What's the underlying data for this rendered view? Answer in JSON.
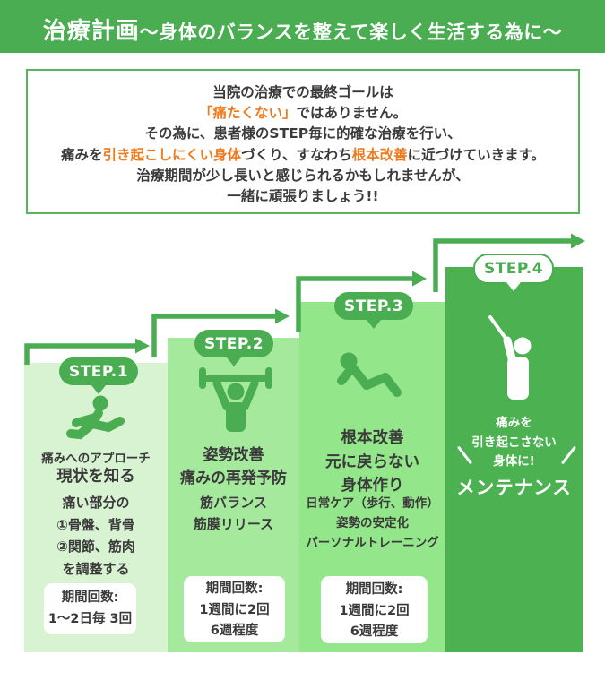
{
  "header": {
    "title_main": "治療計画",
    "title_sub": "～身体のバランスを整えて楽しく生活する為に～"
  },
  "intro": {
    "line1": "当院の治療での最終ゴールは",
    "line2_hl": "「痛たくない」",
    "line2_rest": "ではありません。",
    "line3": "その為に、患者様のSTEP毎に的確な治療を行い、",
    "line4_a": "痛みを",
    "line4_hl1": "引き起こしにくい身体",
    "line4_b": "づくり、すなわち",
    "line4_hl2": "根本改善",
    "line4_c": "に近づけていきます。",
    "line5": "治療期間が少し長いと感じられるかもしれませんが、",
    "line6": "一緒に頑張りましょう!!"
  },
  "steps": [
    {
      "badge": "STEP.1",
      "icon": "running-person",
      "title_small": "痛みへのアプローチ",
      "title_large": "現状を知る",
      "body": [
        "痛い部分の",
        "①骨盤、背骨",
        "②関節、筋肉",
        "を調整する"
      ],
      "period": [
        "期間回数:",
        "1～2日毎 3回"
      ]
    },
    {
      "badge": "STEP.2",
      "icon": "weightlifter",
      "title": [
        "姿勢改善",
        "痛みの再発予防"
      ],
      "body": [
        "筋バランス",
        "筋膜リリース"
      ],
      "period": [
        "期間回数:",
        "1週間に2回",
        "6週程度"
      ]
    },
    {
      "badge": "STEP.3",
      "icon": "situp-person",
      "title": [
        "根本改善",
        "元に戻らない",
        "身体作り"
      ],
      "body": [
        "日常ケア（歩行、動作）",
        "姿勢の安定化",
        "パーソナルトレーニング"
      ],
      "period": [
        "期間回数:",
        "1週間に2回",
        "6週程度"
      ]
    },
    {
      "badge": "STEP.4",
      "icon": "raised-arm-person",
      "lead": [
        "痛みを",
        "引き起こさない",
        "身体に!"
      ],
      "title_large": "メンテナンス"
    }
  ],
  "colors": {
    "primary_green": "#4aad52",
    "block1_green": "#d8f3d2",
    "block2_green": "#a5e99d",
    "block3_green": "#93e78a",
    "block4_green": "#4cb150",
    "accent_orange": "#f07a1e",
    "text_dark": "#3a3a3a",
    "white": "#ffffff"
  }
}
